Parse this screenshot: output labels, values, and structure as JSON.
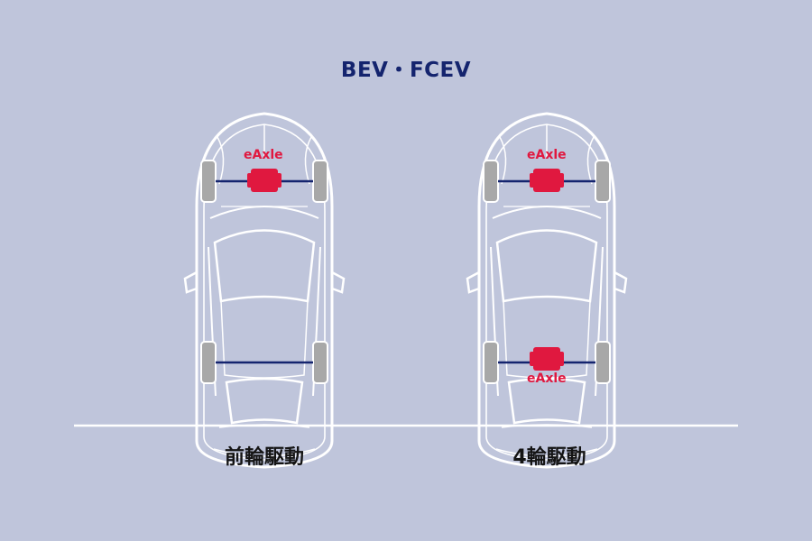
{
  "title": "BEV・FCEV",
  "axle_label": "eAxle",
  "captions": {
    "front": "前輪駆動",
    "awd": "4輪駆動"
  },
  "colors": {
    "background": "#bfc5db",
    "car_outline": "#ffffff",
    "tire": "#a8a8a8",
    "shaft": "#14246e",
    "eaxle": "#e0183f",
    "title": "#14246e",
    "caption": "#141414"
  }
}
